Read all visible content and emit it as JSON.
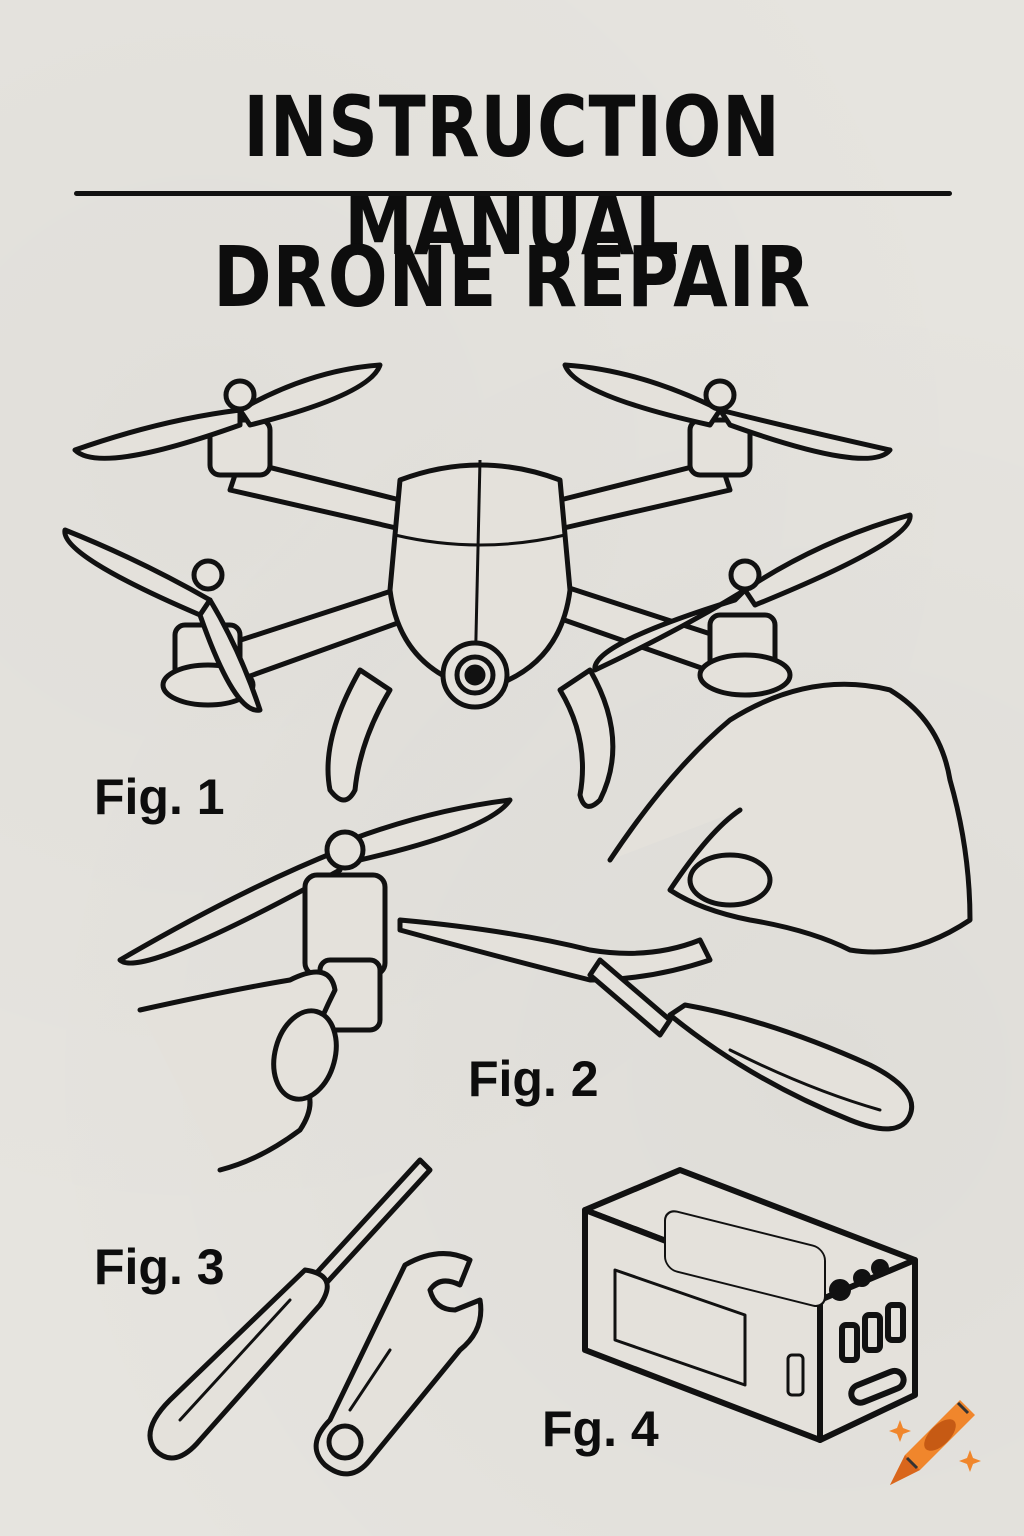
{
  "header": {
    "title": "INSTRUCTION MANUAL",
    "subtitle": "DRONE REPAIR"
  },
  "figures": [
    {
      "label": "Fig. 1",
      "depicts": "quadcopter drone with four propellers and front camera"
    },
    {
      "label": "Fig. 2",
      "depicts": "hands removing a propeller using a screwdriver"
    },
    {
      "label": "Fig. 3",
      "depicts": "screwdriver and wrench"
    },
    {
      "label": "Fg. 4",
      "depicts": "drone battery pack"
    }
  ],
  "watermark": {
    "icon": "crayon-icon",
    "color": "#f0862c"
  },
  "colors": {
    "paper": "#e6e4df",
    "ink": "#0d0d0d",
    "accent": "#f0862c"
  }
}
